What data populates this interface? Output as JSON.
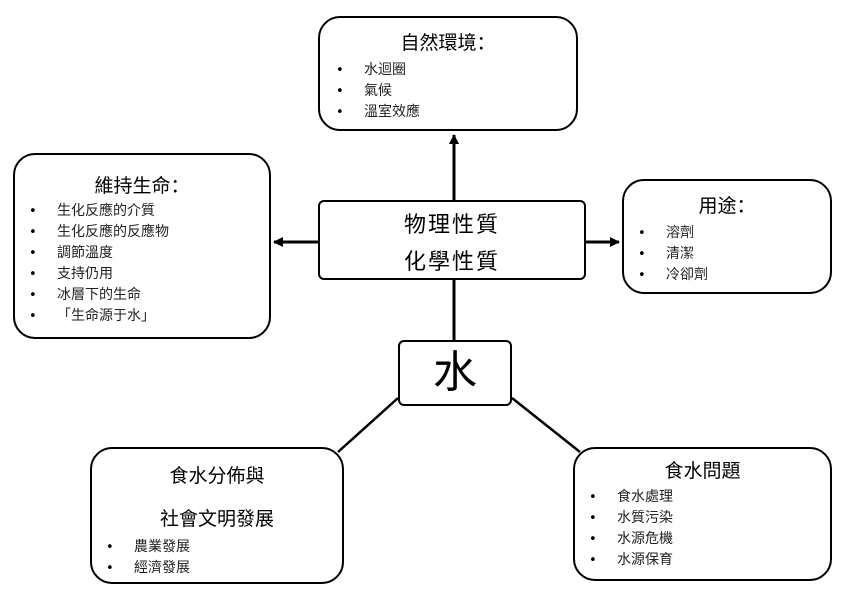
{
  "center": {
    "label": "水",
    "properties": [
      "物理性質",
      "化學性質"
    ]
  },
  "nature": {
    "title": "自然環境：",
    "items": [
      "水迴圈",
      "氣候",
      "溫室效應"
    ]
  },
  "life": {
    "title": "維持生命：",
    "items": [
      "生化反應的介質",
      "生化反應的反應物",
      "調節溫度",
      "支持仍用",
      "冰層下的生命",
      "「生命源于水」"
    ]
  },
  "uses": {
    "title": "用途：",
    "items": [
      "溶劑",
      "清潔",
      "冷卻劑"
    ]
  },
  "distribution": {
    "title_lines": [
      "食水分佈與",
      "社會文明發展"
    ],
    "items": [
      "農業發展",
      "經濟發展"
    ]
  },
  "problems": {
    "title": "食水問題",
    "items": [
      "食水處理",
      "水質污染",
      "水源危機",
      "水源保育"
    ]
  }
}
